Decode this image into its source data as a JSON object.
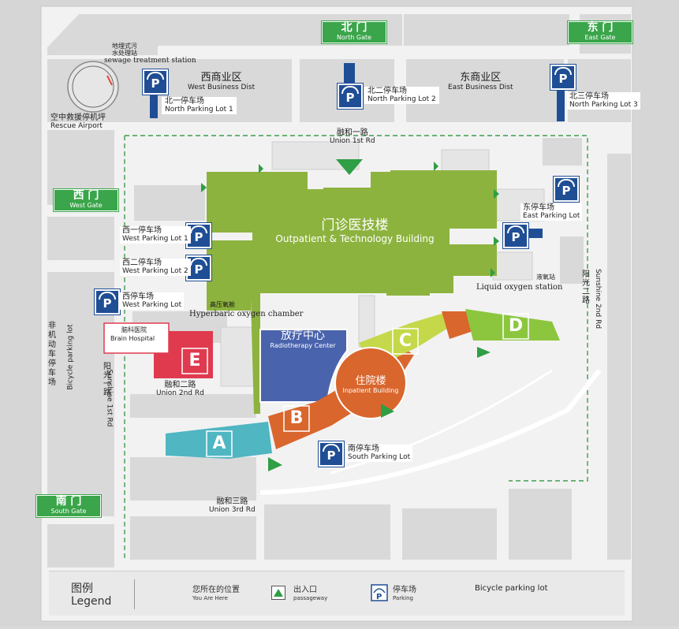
{
  "gates": {
    "north": {
      "zh": "北  门",
      "en": "North Gate"
    },
    "east": {
      "zh": "东  门",
      "en": "East Gate"
    },
    "west": {
      "zh": "西  门",
      "en": "West Gate"
    },
    "south": {
      "zh": "南  门",
      "en": "South Gate"
    }
  },
  "districts": {
    "west": {
      "zh": "西商业区",
      "en": "West Business Dist"
    },
    "east": {
      "zh": "东商业区",
      "en": "East Business Dist"
    }
  },
  "sewage": {
    "zh1": "地埋式污",
    "zh2": "水处理站",
    "en": "sewage treatment station"
  },
  "heliport": {
    "zh": "空中救援停机坪",
    "en": "Rescue Airport"
  },
  "parking": {
    "north1": {
      "zh": "北一停车场",
      "en": "North Parking Lot 1"
    },
    "north2": {
      "zh": "北二停车场",
      "en": "North Parking Lot 2"
    },
    "north3": {
      "zh": "北三停车场",
      "en": "North Parking Lot 3"
    },
    "east": {
      "zh": "东停车场",
      "en": "East Parking Lot"
    },
    "west1": {
      "zh": "西一停车场",
      "en": "West Parking Lot 1"
    },
    "west2": {
      "zh": "西二停车场",
      "en": "West Parking Lot 2"
    },
    "west": {
      "zh": "西停车场",
      "en": "West Parking Lot"
    },
    "south": {
      "zh": "南停车场",
      "en": "South Parking Lot"
    },
    "symbol": "P"
  },
  "roads": {
    "union1": {
      "zh": "融和一路",
      "en": "Union 1st Rd"
    },
    "union2": {
      "zh": "融和二路",
      "en": "Union 2nd Rd"
    },
    "union3": {
      "zh": "融和三路",
      "en": "Union 3rd Rd"
    },
    "sunshine1": {
      "zh": "阳光一路",
      "en": "Sunshine 1st Rd"
    },
    "sunshine2": {
      "zh": "阳光二路",
      "en": "Sunshine 2nd Rd"
    }
  },
  "buildings": {
    "outpatient": {
      "zh": "门诊医技楼",
      "en": "Outpatient & Technology Building"
    },
    "radiotherapy": {
      "zh": "放疗中心",
      "en": "Radiotherapy Center"
    },
    "inpatient": {
      "zh": "住院楼",
      "en": "Inpatient Building"
    },
    "brain": {
      "zh": "脑科医院",
      "en": "Brain Hospital"
    },
    "hyperbaric": {
      "zh": "高压氧舱",
      "en": "Hyperbaric oxygen chamber"
    },
    "liquid_oxygen": {
      "zh": "液氧站",
      "en": "Liquid oxygen station"
    },
    "wards": {
      "a": "A",
      "b": "B",
      "c": "C",
      "d": "D",
      "e": "E"
    }
  },
  "bicycle": {
    "zh": "非机动车停车场",
    "en": "Bicycle parking lot",
    "legend_en": "Bicycle parking lot"
  },
  "legend": {
    "title_zh": "图例",
    "title_en": "Legend",
    "here_zh": "您所在的位置",
    "here_en": "You Are Here",
    "entry_zh": "出入口",
    "entry_en": "passageway",
    "park_zh": "停车场",
    "park_en": "Parking"
  },
  "colors": {
    "outpatient": "#8db33f",
    "radiotherapy": "#4a63ad",
    "inpatient": "#d9662d",
    "ward_a": "#4fb6c2",
    "ward_c": "#c5d84a",
    "ward_d": "#8cc63f",
    "brain": "#e03a4f",
    "gate": "#3aa54a",
    "parking": "#1f4e95",
    "arrow": "#2f9e44"
  }
}
